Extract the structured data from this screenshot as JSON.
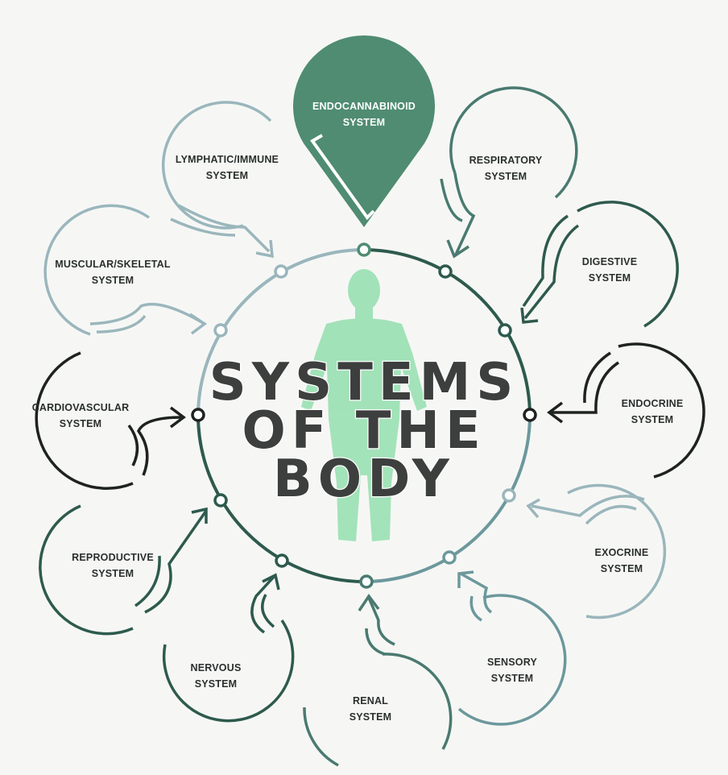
{
  "title": {
    "line1": "SYSTEMS",
    "line2": "OF THE",
    "line3": "BODY"
  },
  "systems": [
    {
      "id": "endocannabinoid",
      "line1": "ENDOCANNABINOID",
      "line2": "SYSTEM",
      "highlight": true
    },
    {
      "id": "respiratory",
      "line1": "RESPIRATORY",
      "line2": "SYSTEM"
    },
    {
      "id": "digestive",
      "line1": "DIGESTIVE",
      "line2": "SYSTEM"
    },
    {
      "id": "endocrine",
      "line1": "ENDOCRINE",
      "line2": "SYSTEM"
    },
    {
      "id": "exocrine",
      "line1": "EXOCRINE",
      "line2": "SYSTEM"
    },
    {
      "id": "sensory",
      "line1": "SENSORY",
      "line2": "SYSTEM"
    },
    {
      "id": "renal",
      "line1": "RENAL",
      "line2": "SYSTEM"
    },
    {
      "id": "nervous",
      "line1": "NERVOUS",
      "line2": "SYSTEM"
    },
    {
      "id": "reproductive",
      "line1": "REPRODUCTIVE",
      "line2": "SYSTEM"
    },
    {
      "id": "cardiovascular",
      "line1": "CARDIOVASCULAR",
      "line2": "SYSTEM"
    },
    {
      "id": "muscular-skeletal",
      "line1": "MUSCULAR/SKELETAL",
      "line2": "SYSTEM"
    },
    {
      "id": "lymphatic-immune",
      "line1": "LYMPHATIC/IMMUNE",
      "line2": "SYSTEM"
    }
  ],
  "colors": {
    "highlight": "#4f8c72",
    "dark_teal": "#2e5a4e",
    "mid_teal": "#4a7a70",
    "light_blue": "#9ab6bc",
    "black": "#1e2221",
    "figure": "#9ae0b2"
  }
}
